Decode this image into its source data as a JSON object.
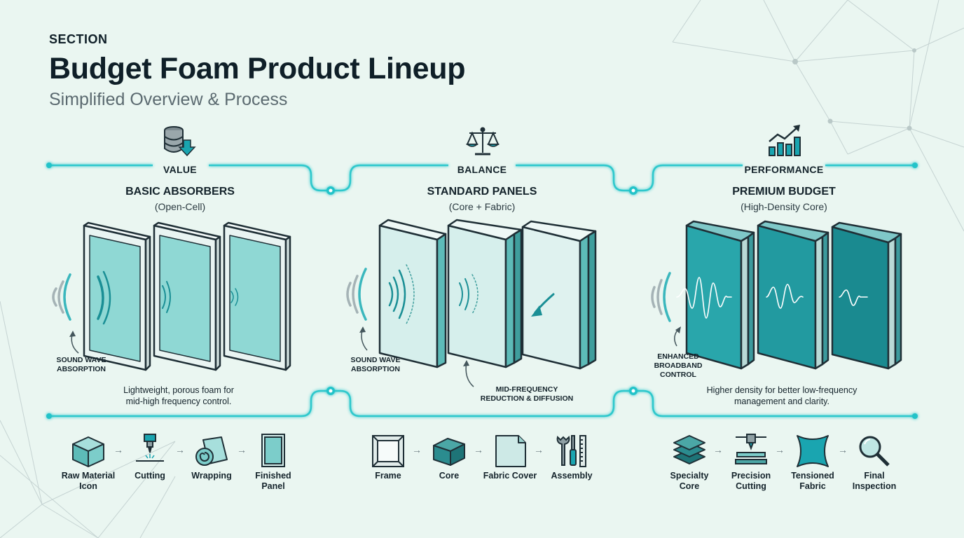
{
  "header": {
    "eyebrow": "SECTION",
    "title": "Budget Foam Product Lineup",
    "subtitle": "Simplified Overview & Process"
  },
  "columns": [
    {
      "label": "VALUE",
      "title": "BASIC ABSORBERS",
      "subtitle": "(Open-Cell)",
      "note": "SOUND WAVE\nABSORPTION",
      "description": "Lightweight, porous foam for\nmid-high frequency control.",
      "icon": "database-download-icon",
      "steps": [
        {
          "label": "Raw Material\nIcon",
          "icon": "cube-icon"
        },
        {
          "label": "Cutting",
          "icon": "cutter-icon"
        },
        {
          "label": "Wrapping",
          "icon": "roll-icon"
        },
        {
          "label": "Finished\nPanel",
          "icon": "panel-icon"
        }
      ]
    },
    {
      "label": "BALANCE",
      "title": "STANDARD PANELS",
      "subtitle": "(Core + Fabric)",
      "note": "SOUND WAVE\nABSORPTION",
      "note2": "MID-FREQUENCY\nREDUCTION & DIFFUSION",
      "icon": "scale-icon",
      "steps": [
        {
          "label": "Frame",
          "icon": "frame-icon"
        },
        {
          "label": "Core",
          "icon": "core-icon"
        },
        {
          "label": "Fabric Cover",
          "icon": "fabric-icon"
        },
        {
          "label": "Assembly",
          "icon": "tools-icon"
        }
      ]
    },
    {
      "label": "PERFORMANCE",
      "title": "PREMIUM BUDGET",
      "subtitle": "(High-Density Core)",
      "note": "ENHANCED\nBROADBAND\nCONTROL",
      "description": "Higher density for better low-frequency\nmanagement and clarity.",
      "icon": "growth-chart-icon",
      "steps": [
        {
          "label": "Specialty\nCore",
          "icon": "layers-icon"
        },
        {
          "label": "Precision\nCutting",
          "icon": "cnc-icon"
        },
        {
          "label": "Tensioned\nFabric",
          "icon": "tension-icon"
        },
        {
          "label": "Final\nInspection",
          "icon": "magnifier-icon"
        }
      ]
    }
  ],
  "colors": {
    "background": "#eaf6f1",
    "accent": "#22c3c9",
    "teal_dark": "#1a8f95",
    "ink": "#14232b"
  }
}
